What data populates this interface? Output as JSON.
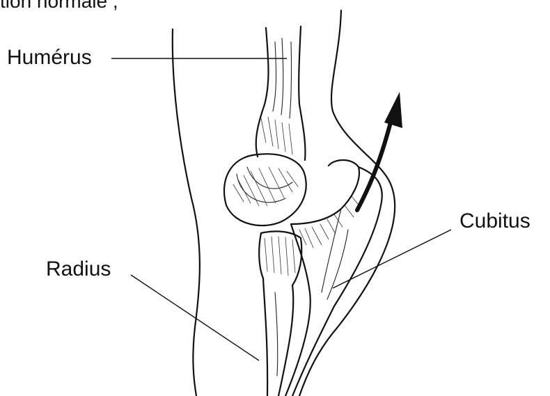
{
  "caption": "tion normale ;",
  "labels": {
    "humerus": "Humérus",
    "radius": "Radius",
    "cubitus": "Cubitus"
  },
  "colors": {
    "ink": "#111111",
    "background": "#ffffff"
  }
}
